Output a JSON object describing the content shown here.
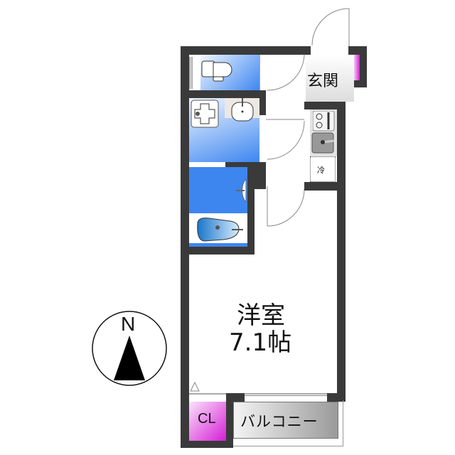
{
  "floorplan": {
    "rooms": {
      "western_room": {
        "name": "洋室",
        "size": "7.1帖"
      },
      "entrance": {
        "name": "玄関"
      },
      "closet": {
        "name": "CL"
      },
      "balcony": {
        "name": "バルコニー"
      },
      "fridge": {
        "name": "冷"
      }
    },
    "compass": {
      "direction": "N"
    },
    "colors": {
      "wall": "#3a3a3a",
      "wet_area_blue": "#3d86f0",
      "closet_magenta": "#e03be0",
      "balcony_gray": "#bdbdbd"
    }
  }
}
